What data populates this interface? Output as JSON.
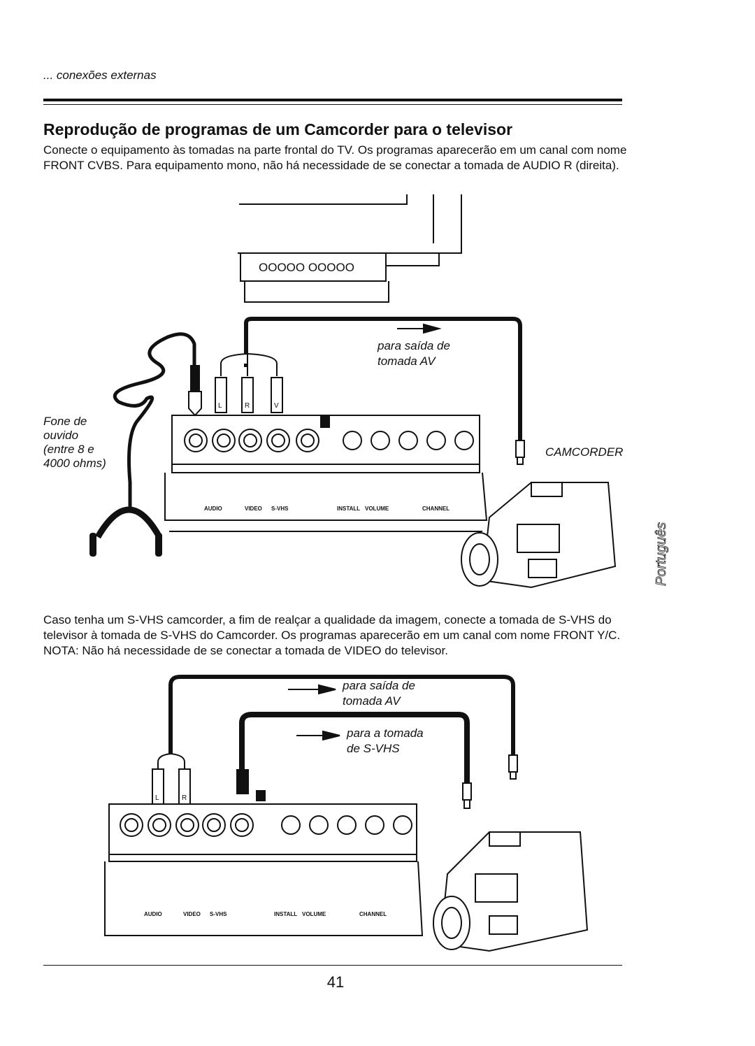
{
  "header": {
    "section": "... conexões externas"
  },
  "title": "Reprodução de programas de um Camcorder para o televisor",
  "paragraph1": "Conecte o equipamento às tomadas na parte frontal do TV. Os programas aparecerão em um canal com nome FRONT CVBS. Para equipamento mono, não há necessidade de se conectar a tomada de  AUDIO R (direita).",
  "paragraph2": "Caso tenha um S-VHS camcorder, a fim de realçar a qualidade da imagem, conecte a tomada de S-VHS do televisor à tomada de S-VHS do Camcorder.  Os programas aparecerão em um canal com nome FRONT Y/C. NOTA: Não há necessidade de se conectar a tomada de VIDEO do televisor.",
  "diagram1": {
    "tv_panel_circles": "OOOOO  OOOOO",
    "label_output_line1": "para saída de",
    "label_output_line2": "tomada AV",
    "headphone_line1": "Fone de",
    "headphone_line2": "ouvido",
    "headphone_line3": "(entre 8 e",
    "headphone_line4": "4000 ohms)",
    "camcorder": "CAMCORDER",
    "plug_labels": [
      "L",
      "R",
      "V"
    ],
    "panel_labels": [
      "AUDIO",
      "VIDEO",
      "S-VHS",
      "INSTALL",
      "VOLUME",
      "CHANNEL"
    ]
  },
  "diagram2": {
    "label_output_line1": "para saída de",
    "label_output_line2": "tomada AV",
    "label_svhs_line1": "para a tomada",
    "label_svhs_line2": "de S-VHS",
    "plug_labels": [
      "L",
      "R"
    ],
    "panel_labels": [
      "AUDIO",
      "VIDEO",
      "S-VHS",
      "INSTALL",
      "VOLUME",
      "CHANNEL"
    ]
  },
  "side_label": "Português",
  "page_number": "41"
}
